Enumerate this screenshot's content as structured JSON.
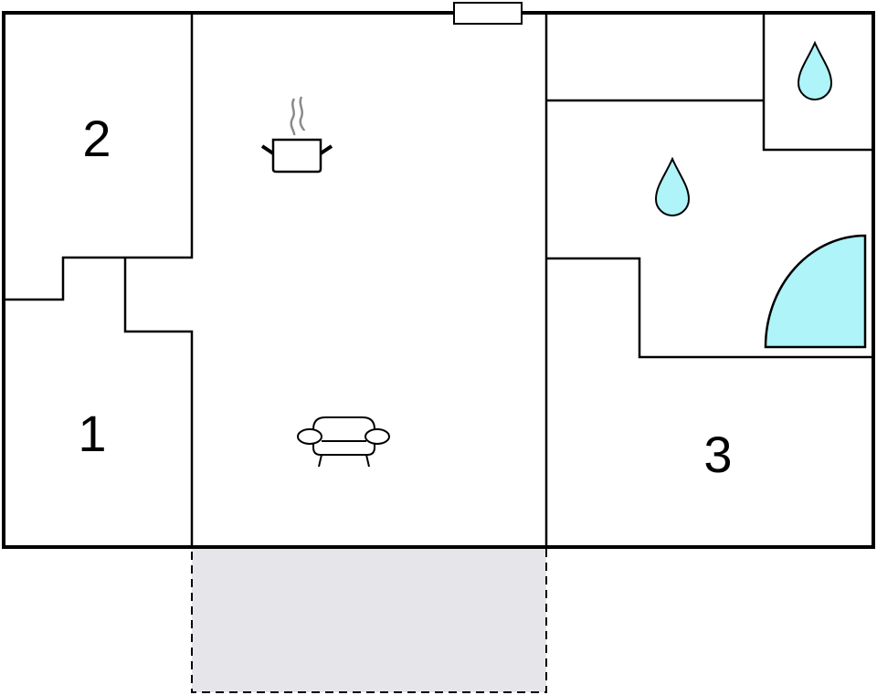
{
  "rooms": [
    {
      "label": "2"
    },
    {
      "label": "1"
    },
    {
      "label": "3"
    }
  ],
  "icons": [
    "cooking-pot-icon",
    "sofa-icon",
    "water-drop-icon",
    "water-drop-icon",
    "shower-icon"
  ],
  "colors": {
    "walls": "#000000",
    "water": "#aef4f8",
    "terrace": "#e6e6ea",
    "steam": "#8a8a8a"
  }
}
